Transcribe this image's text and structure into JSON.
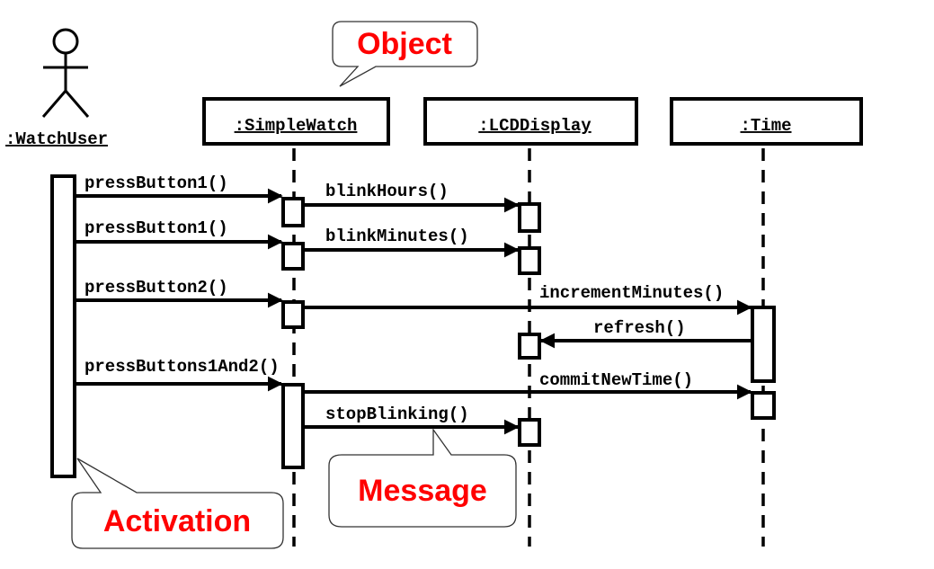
{
  "actor": {
    "label": ":WatchUser",
    "icon": "stick-figure-icon"
  },
  "objects": {
    "simplewatch": ":SimpleWatch",
    "lcddisplay": ":LCDDisplay",
    "time": ":Time"
  },
  "messages": {
    "m1": "pressButton1()",
    "m2": "blinkHours()",
    "m3": "pressButton1()",
    "m4": "blinkMinutes()",
    "m5": "pressButton2()",
    "m6": "incrementMinutes()",
    "m7": "refresh()",
    "m8": "pressButtons1And2()",
    "m9": "commitNewTime()",
    "m10": "stopBlinking()"
  },
  "callouts": {
    "object": "Object",
    "message": "Message",
    "activation": "Activation"
  },
  "colors": {
    "callout_text": "#ff0000",
    "line": "#000000"
  }
}
